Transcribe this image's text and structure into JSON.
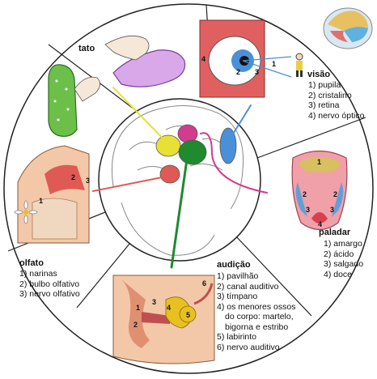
{
  "sections": {
    "tato": {
      "title": "tato"
    },
    "visao": {
      "title": "visão",
      "items": [
        "1) pupila",
        "2) cristalino",
        "3) retina",
        "4) nervo óptico"
      ],
      "diagram_numbers": [
        "1",
        "2",
        "3",
        "4"
      ]
    },
    "paladar": {
      "title": "paladar",
      "items": [
        "1) amargo",
        "2) ácido",
        "3) salgado",
        "4) doce"
      ],
      "diagram_numbers": [
        "1",
        "2",
        "3",
        "4"
      ]
    },
    "olfato": {
      "title": "olfato",
      "items": [
        "1) narinas",
        "2) bulbo olfativo",
        "3) nervo olfativo"
      ],
      "diagram_numbers": [
        "1",
        "2",
        "3"
      ]
    },
    "audicao": {
      "title": "audição",
      "items": [
        "1) pavilhão",
        "2) canal auditivo",
        "3) tímpano",
        "4) os menores ossos",
        "do corpo: martelo,",
        "bigorna e estribo",
        "5) labirinto",
        "6) nervo auditivo"
      ],
      "diagram_numbers": [
        "1",
        "2",
        "3",
        "4",
        "5",
        "6"
      ]
    }
  },
  "colors": {
    "tato": "#e8e035",
    "visao": "#4a90d8",
    "paladar": "#d23b8e",
    "olfato": "#e05a55",
    "audicao": "#1f8a2e",
    "outline": "#333333"
  }
}
